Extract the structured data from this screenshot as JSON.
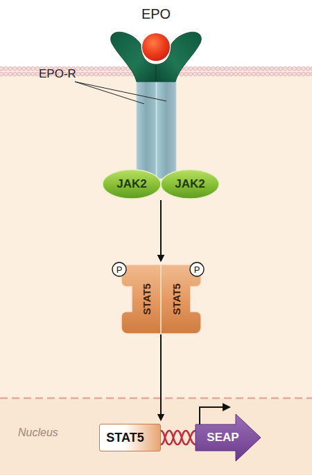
{
  "diagram": {
    "nodes": [
      {
        "text": [
          "JAK2"
        ]
      },
      {
        "text": [
          "JAK2"
        ]
      },
      {
        "text": [
          "STAT5"
        ]
      },
      {
        "text": [
          "P"
        ],
        "in": 2
      },
      {
        "text": [
          "STAT5"
        ]
      },
      {
        "text": [
          "P"
        ],
        "in": 4
      },
      {
        "text": [
          "STAT5"
        ]
      },
      {
        "text": [
          "SEAP"
        ]
      }
    ],
    "edges": [
      {
        "from": 0,
        "to": 2,
        "arrow": "to"
      },
      {
        "from": 0,
        "to": 4,
        "arrow": "to"
      },
      {
        "from": 1,
        "to": 2,
        "arrow": "to"
      },
      {
        "from": 1,
        "to": 4,
        "arrow": "to"
      },
      {
        "from": 2,
        "to": 6,
        "arrow": "to"
      },
      {
        "from": 4,
        "to": 6,
        "arrow": "to"
      }
    ],
    "labels": [
      "EPO",
      "EPO-R",
      "Nucleus"
    ]
  }
}
